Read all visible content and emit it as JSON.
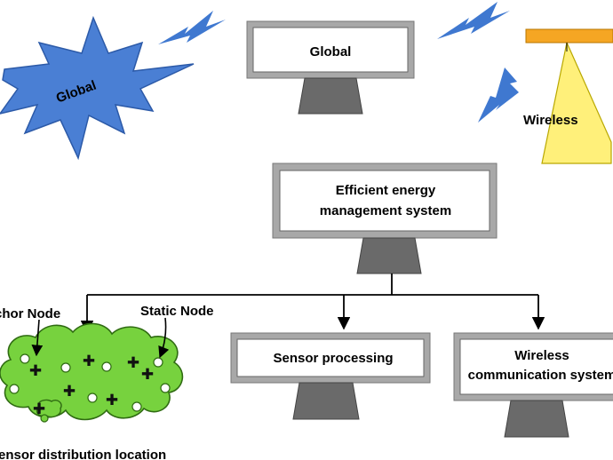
{
  "diagram": {
    "starburst_label": "Global",
    "monitor_global_label": "Global",
    "antenna_label": "Wireless",
    "management": {
      "line1": "Efficient energy",
      "line2": "management system"
    },
    "sensor_processing_label": "Sensor processing",
    "wireless_comm": {
      "line1": "Wireless",
      "line2": "communication system"
    },
    "anchor_node_label": "Anchor Node",
    "static_node_label": "Static Node",
    "sensor_distribution_label": "Sensor distribution location"
  },
  "colors": {
    "starburst": "#4a7fd4",
    "lightning": "#3f78d0",
    "monitor_frame": "#a8a8a8",
    "monitor_stand": "#6a6a6a",
    "antenna_bar": "#f5a623",
    "antenna_beam": "#fff07a",
    "cloud": "#77d23e"
  },
  "icons": {
    "starburst": "starburst-icon",
    "lightning": "lightning-bolt-icon",
    "antenna": "antenna-tower-icon",
    "cloud": "sensor-cloud-icon",
    "anchor": "plus-node-icon",
    "static": "circle-node-icon"
  }
}
